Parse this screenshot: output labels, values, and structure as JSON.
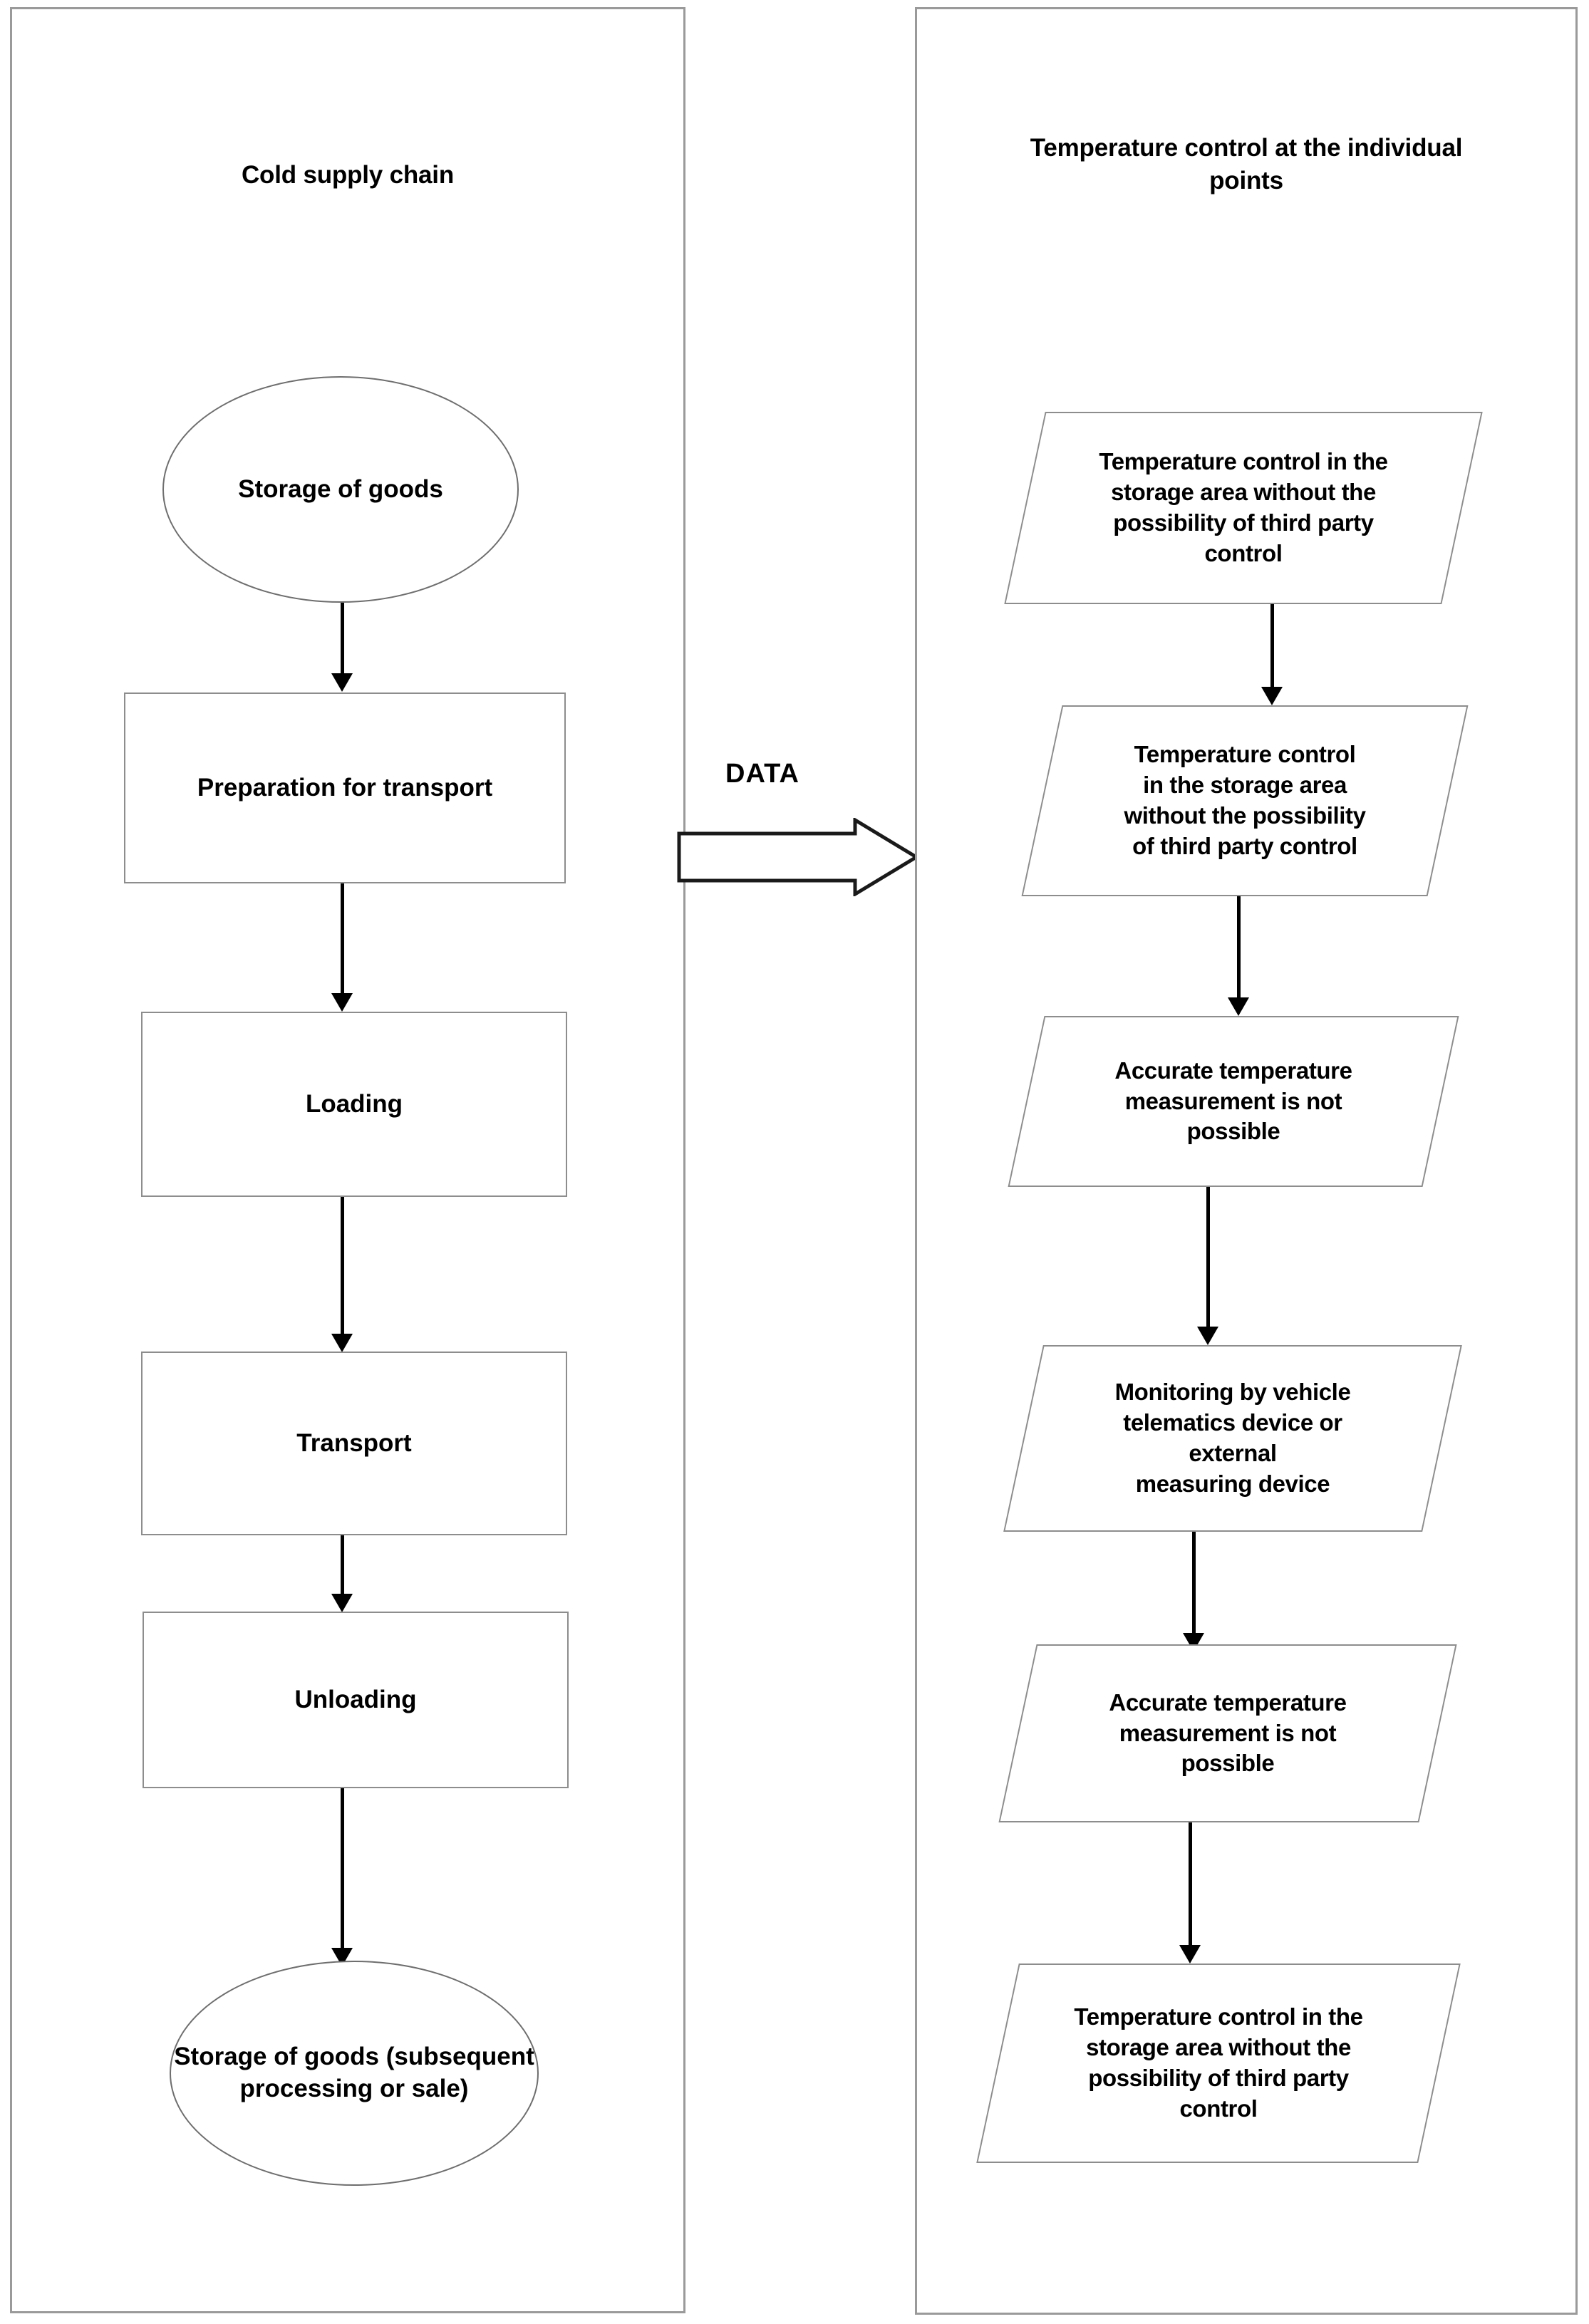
{
  "diagram": {
    "left_panel": {
      "title": "Cold supply chain",
      "nodes": [
        {
          "id": "storage-of-goods",
          "shape": "ellipse",
          "label": "Storage of goods"
        },
        {
          "id": "preparation-for-transport",
          "shape": "rectangle",
          "label": "Preparation for transport"
        },
        {
          "id": "loading",
          "shape": "rectangle",
          "label": "Loading"
        },
        {
          "id": "transport",
          "shape": "rectangle",
          "label": "Transport"
        },
        {
          "id": "unloading",
          "shape": "rectangle",
          "label": "Unloading"
        },
        {
          "id": "storage-of-goods-final",
          "shape": "ellipse",
          "label": "Storage of goods\n(subsequent\nprocessing or sale)"
        }
      ]
    },
    "right_panel": {
      "title": "Temperature control at the individual points",
      "nodes": [
        {
          "id": "temp-control-storage-1",
          "shape": "parallelogram",
          "label": "Temperature control in the\nstorage area without the\npossibility of third party\ncontrol"
        },
        {
          "id": "temp-control-storage-2",
          "shape": "parallelogram",
          "label": "Temperature control\nin the storage area\nwithout the possibility\nof third party control"
        },
        {
          "id": "accurate-measurement-1",
          "shape": "parallelogram",
          "label": "Accurate temperature\nmeasurement is not\npossible"
        },
        {
          "id": "monitoring-telematics",
          "shape": "parallelogram",
          "label": "Monitoring by vehicle\ntelematics device or\nexternal\nmeasuring device"
        },
        {
          "id": "accurate-measurement-2",
          "shape": "parallelogram",
          "label": "Accurate temperature\nmeasurement is not\npossible"
        },
        {
          "id": "temp-control-storage-3",
          "shape": "parallelogram",
          "label": "Temperature control in the\nstorage area without the\npossibility of third party\ncontrol"
        }
      ]
    },
    "connector": {
      "label": "DATA",
      "direction": "left-to-right"
    },
    "colors": {
      "frame_border": "#9a9a9a",
      "node_border": "#8d8d8d",
      "ellipse_border": "#6e6e6e",
      "arrow": "#000000",
      "text": "#000000",
      "background": "#ffffff"
    }
  }
}
